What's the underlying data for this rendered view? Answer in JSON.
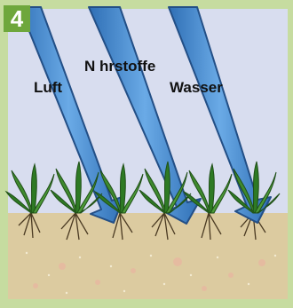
{
  "step_number": "4",
  "arrows": {
    "air": "Luft",
    "nutrients": "N hrstoffe",
    "water": "Wasser"
  },
  "colors": {
    "border": "#c6dca0",
    "sky": "#d8ddef",
    "soil": "#dccba0",
    "arrow_fill": "#4a8fd0",
    "arrow_stroke": "#234f86",
    "grass": "#3f8a2e",
    "grass_dark": "#245f1c",
    "badge": "#6ea73c"
  }
}
